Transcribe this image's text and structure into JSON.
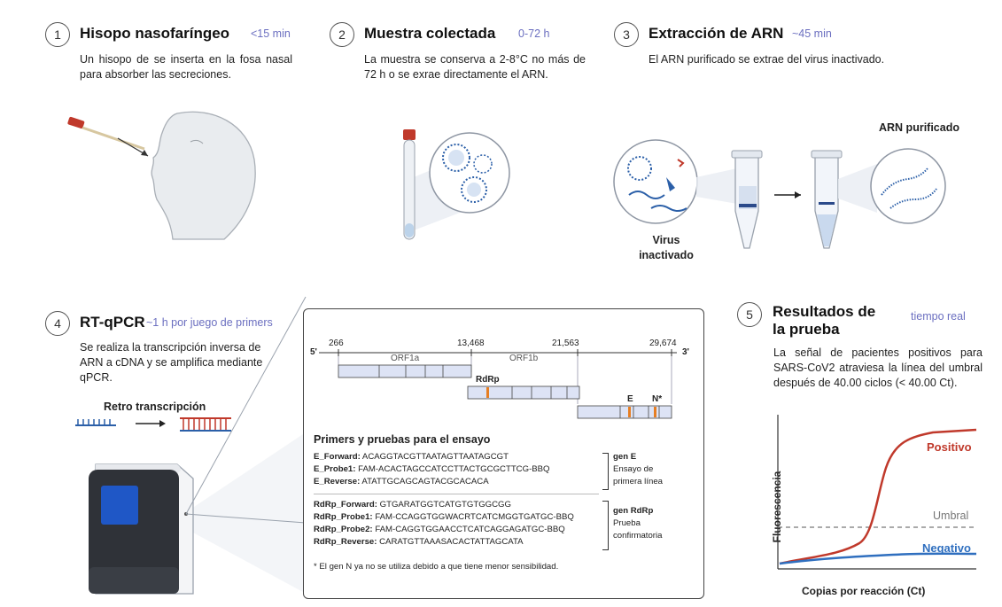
{
  "steps": {
    "s1": {
      "num": "1",
      "title": "Hisopo nasofaríngeo",
      "time": "<15 min",
      "desc": "Un hisopo de se inserta en la fosa nasal para absorber las secreciones."
    },
    "s2": {
      "num": "2",
      "title": "Muestra colectada",
      "time": "0-72 h",
      "desc": "La muestra se conserva a 2-8°C no más de 72 h o se exrae directamente el ARN."
    },
    "s3": {
      "num": "3",
      "title": "Extracción de ARN",
      "time": "~45 min",
      "desc": "El ARN purificado se extrae del virus inactivado.",
      "label_purified": "ARN purificado",
      "label_virus": "Virus inactivado"
    },
    "s4": {
      "num": "4",
      "title": "RT-qPCR",
      "time": "~1 h por juego de primers",
      "desc": "Se realiza la transcripción inversa de ARN a cDNA y se amplifica mediante qPCR.",
      "rt_label": "Retro transcripción"
    },
    "s5": {
      "num": "5",
      "title": "Resultados de la prueba",
      "time": "tiempo real",
      "desc": "La señal de pacientes positivos para SARS-CoV2 atraviesa la línea del umbral después de 40.00 ciclos (< 40.00 Ct)."
    }
  },
  "genome": {
    "five_prime": "5'",
    "three_prime": "3'",
    "positions": [
      "266",
      "13,468",
      "21,563",
      "29,674"
    ],
    "orf1a": "ORF1a",
    "orf1b": "ORF1b",
    "rdrp": "RdRp",
    "e": "E",
    "n": "N*"
  },
  "primers": {
    "heading": "Primers y pruebas para el ensayo",
    "groupE": {
      "rows": [
        {
          "name": "E_Forward:",
          "seq": "ACAGGTACGTTAATAGTTAATAGCGT"
        },
        {
          "name": "E_Probe1:",
          "seq": "FAM-ACACTAGCCATCCTTACTGCGCTTCG-BBQ"
        },
        {
          "name": "E_Reverse:",
          "seq": "ATATTGCAGCAGTACGCACACA"
        }
      ],
      "gene": "gen E",
      "note1": "Ensayo de",
      "note2": "primera línea"
    },
    "groupR": {
      "rows": [
        {
          "name": "RdRp_Forward:",
          "seq": "GTGARATGGTCATGTGTGGCGG"
        },
        {
          "name": "RdRp_Probe1:",
          "seq": "FAM-CCAGGTGGWACRTCATCMGGTGATGC-BBQ"
        },
        {
          "name": "RdRp_Probe2:",
          "seq": "FAM-CAGGTGGAACCTCATCAGGAGATGC-BBQ"
        },
        {
          "name": "RdRp_Reverse:",
          "seq": "CARATGTTAAASACACTATTAGCATA"
        }
      ],
      "gene": "gen RdRp",
      "note1": "Prueba",
      "note2": "confirmatoria"
    },
    "footnote": "* El gen N ya no se utiliza debido a que tiene menor sensibilidad."
  },
  "chart_data": {
    "type": "line",
    "xlabel": "Copias por reacción (Ct)",
    "ylabel": "Fluorescencia",
    "threshold_label": "Umbral",
    "series": [
      {
        "name": "Positivo",
        "color": "#c0392b"
      },
      {
        "name": "Negativo",
        "color": "#2f6fbf"
      }
    ]
  },
  "colors": {
    "accent": "#6b6fc0",
    "positive": "#c0392b",
    "negative": "#2f6fbf",
    "box": "#dde3f5"
  }
}
